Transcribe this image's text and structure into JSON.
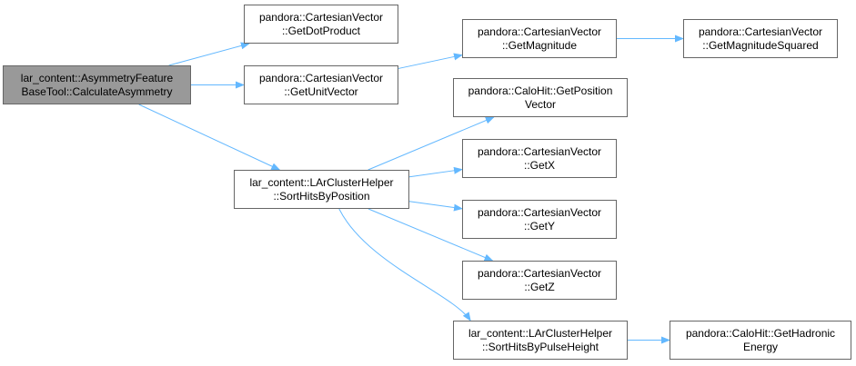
{
  "colors": {
    "edge": "#63b8ff",
    "node_border": "#666666",
    "node_fill": "#ffffff",
    "root_fill": "#999999"
  },
  "nodes": {
    "calculate_asymmetry": {
      "line1": "lar_content::AsymmetryFeature",
      "line2": "BaseTool::CalculateAsymmetry"
    },
    "get_dot_product": {
      "line1": "pandora::CartesianVector",
      "line2": "::GetDotProduct"
    },
    "get_unit_vector": {
      "line1": "pandora::CartesianVector",
      "line2": "::GetUnitVector"
    },
    "get_magnitude": {
      "line1": "pandora::CartesianVector",
      "line2": "::GetMagnitude"
    },
    "get_magnitude_squared": {
      "line1": "pandora::CartesianVector",
      "line2": "::GetMagnitudeSquared"
    },
    "sort_hits_by_position": {
      "line1": "lar_content::LArClusterHelper",
      "line2": "::SortHitsByPosition"
    },
    "get_position_vector": {
      "line1": "pandora::CaloHit::GetPosition",
      "line2": "Vector"
    },
    "get_x": {
      "line1": "pandora::CartesianVector",
      "line2": "::GetX"
    },
    "get_y": {
      "line1": "pandora::CartesianVector",
      "line2": "::GetY"
    },
    "get_z": {
      "line1": "pandora::CartesianVector",
      "line2": "::GetZ"
    },
    "sort_hits_by_pulse_height": {
      "line1": "lar_content::LArClusterHelper",
      "line2": "::SortHitsByPulseHeight"
    },
    "get_hadronic_energy": {
      "line1": "pandora::CaloHit::GetHadronic",
      "line2": "Energy"
    }
  },
  "edges": [
    [
      "calculate_asymmetry",
      "get_dot_product"
    ],
    [
      "calculate_asymmetry",
      "get_unit_vector"
    ],
    [
      "calculate_asymmetry",
      "sort_hits_by_position"
    ],
    [
      "get_unit_vector",
      "get_magnitude"
    ],
    [
      "get_magnitude",
      "get_magnitude_squared"
    ],
    [
      "sort_hits_by_position",
      "get_position_vector"
    ],
    [
      "sort_hits_by_position",
      "get_x"
    ],
    [
      "sort_hits_by_position",
      "get_y"
    ],
    [
      "sort_hits_by_position",
      "get_z"
    ],
    [
      "sort_hits_by_position",
      "sort_hits_by_pulse_height"
    ],
    [
      "sort_hits_by_pulse_height",
      "get_hadronic_energy"
    ]
  ]
}
